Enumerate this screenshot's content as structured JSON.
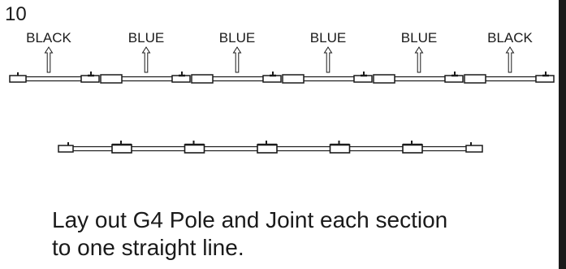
{
  "step": {
    "number": "10"
  },
  "diagram": {
    "top_row_labels": [
      "BLACK",
      "BLUE",
      "BLUE",
      "BLUE",
      "BLUE",
      "BLACK"
    ],
    "top_row_section_count": 6,
    "bottom_row_section_count": 6,
    "ink_color": "#1a1a1a"
  },
  "instruction": {
    "line1": "Lay out G4 Pole and Joint each section",
    "line2": "to one straight line."
  }
}
